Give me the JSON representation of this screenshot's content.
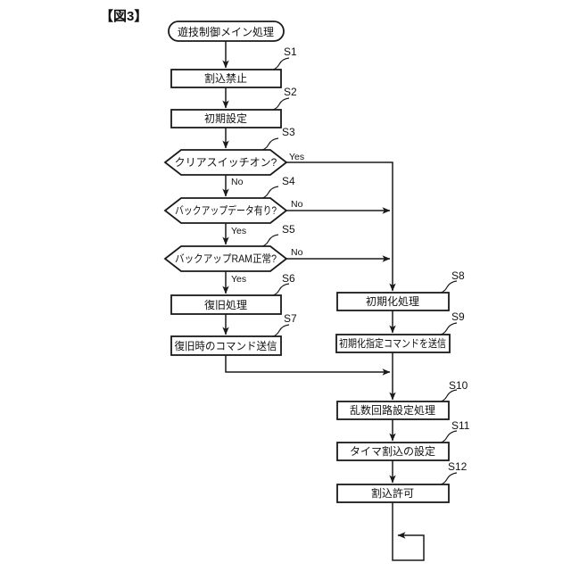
{
  "figure_label": "【図3】",
  "flowchart": {
    "start": {
      "label": "遊技制御メイン処理"
    },
    "steps": [
      {
        "id": "S1",
        "label": "割込禁止"
      },
      {
        "id": "S2",
        "label": "初期設定"
      },
      {
        "id": "S3",
        "label": "クリアスイッチオン?"
      },
      {
        "id": "S4",
        "label": "バックアップデータ有り?"
      },
      {
        "id": "S5",
        "label": "バックアップRAM正常?"
      },
      {
        "id": "S6",
        "label": "復旧処理"
      },
      {
        "id": "S7",
        "label": "復旧時のコマンド送信"
      },
      {
        "id": "S8",
        "label": "初期化処理"
      },
      {
        "id": "S9",
        "label": "初期化指定コマンドを送信"
      },
      {
        "id": "S10",
        "label": "乱数回路設定処理"
      },
      {
        "id": "S11",
        "label": "タイマ割込の設定"
      },
      {
        "id": "S12",
        "label": "割込許可"
      }
    ],
    "branches": {
      "s3_yes": "Yes",
      "s3_no": "No",
      "s4_no": "No",
      "s4_yes": "Yes",
      "s5_no": "No",
      "s5_yes": "Yes"
    },
    "colors": {
      "line": "#1a1a1a",
      "background": "#ffffff"
    }
  }
}
